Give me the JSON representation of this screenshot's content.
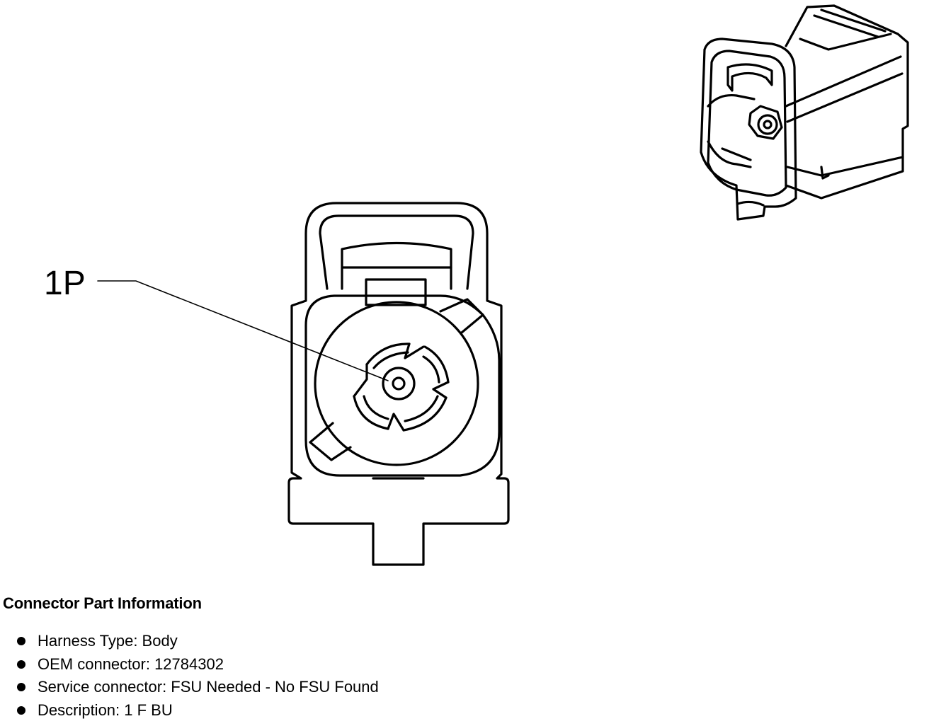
{
  "diagram": {
    "pin_label": "1P"
  },
  "info": {
    "title": "Connector Part Information",
    "items": [
      {
        "label": "Harness Type",
        "value": "Body",
        "text": "Harness Type: Body"
      },
      {
        "label": "OEM connector",
        "value": "12784302",
        "text": "OEM connector: 12784302"
      },
      {
        "label": "Service connector",
        "value": "FSU Needed - No FSU Found",
        "text": "Service connector: FSU Needed - No FSU Found"
      },
      {
        "label": "Description",
        "value": "1 F BU",
        "text": "Description: 1 F BU"
      }
    ]
  }
}
